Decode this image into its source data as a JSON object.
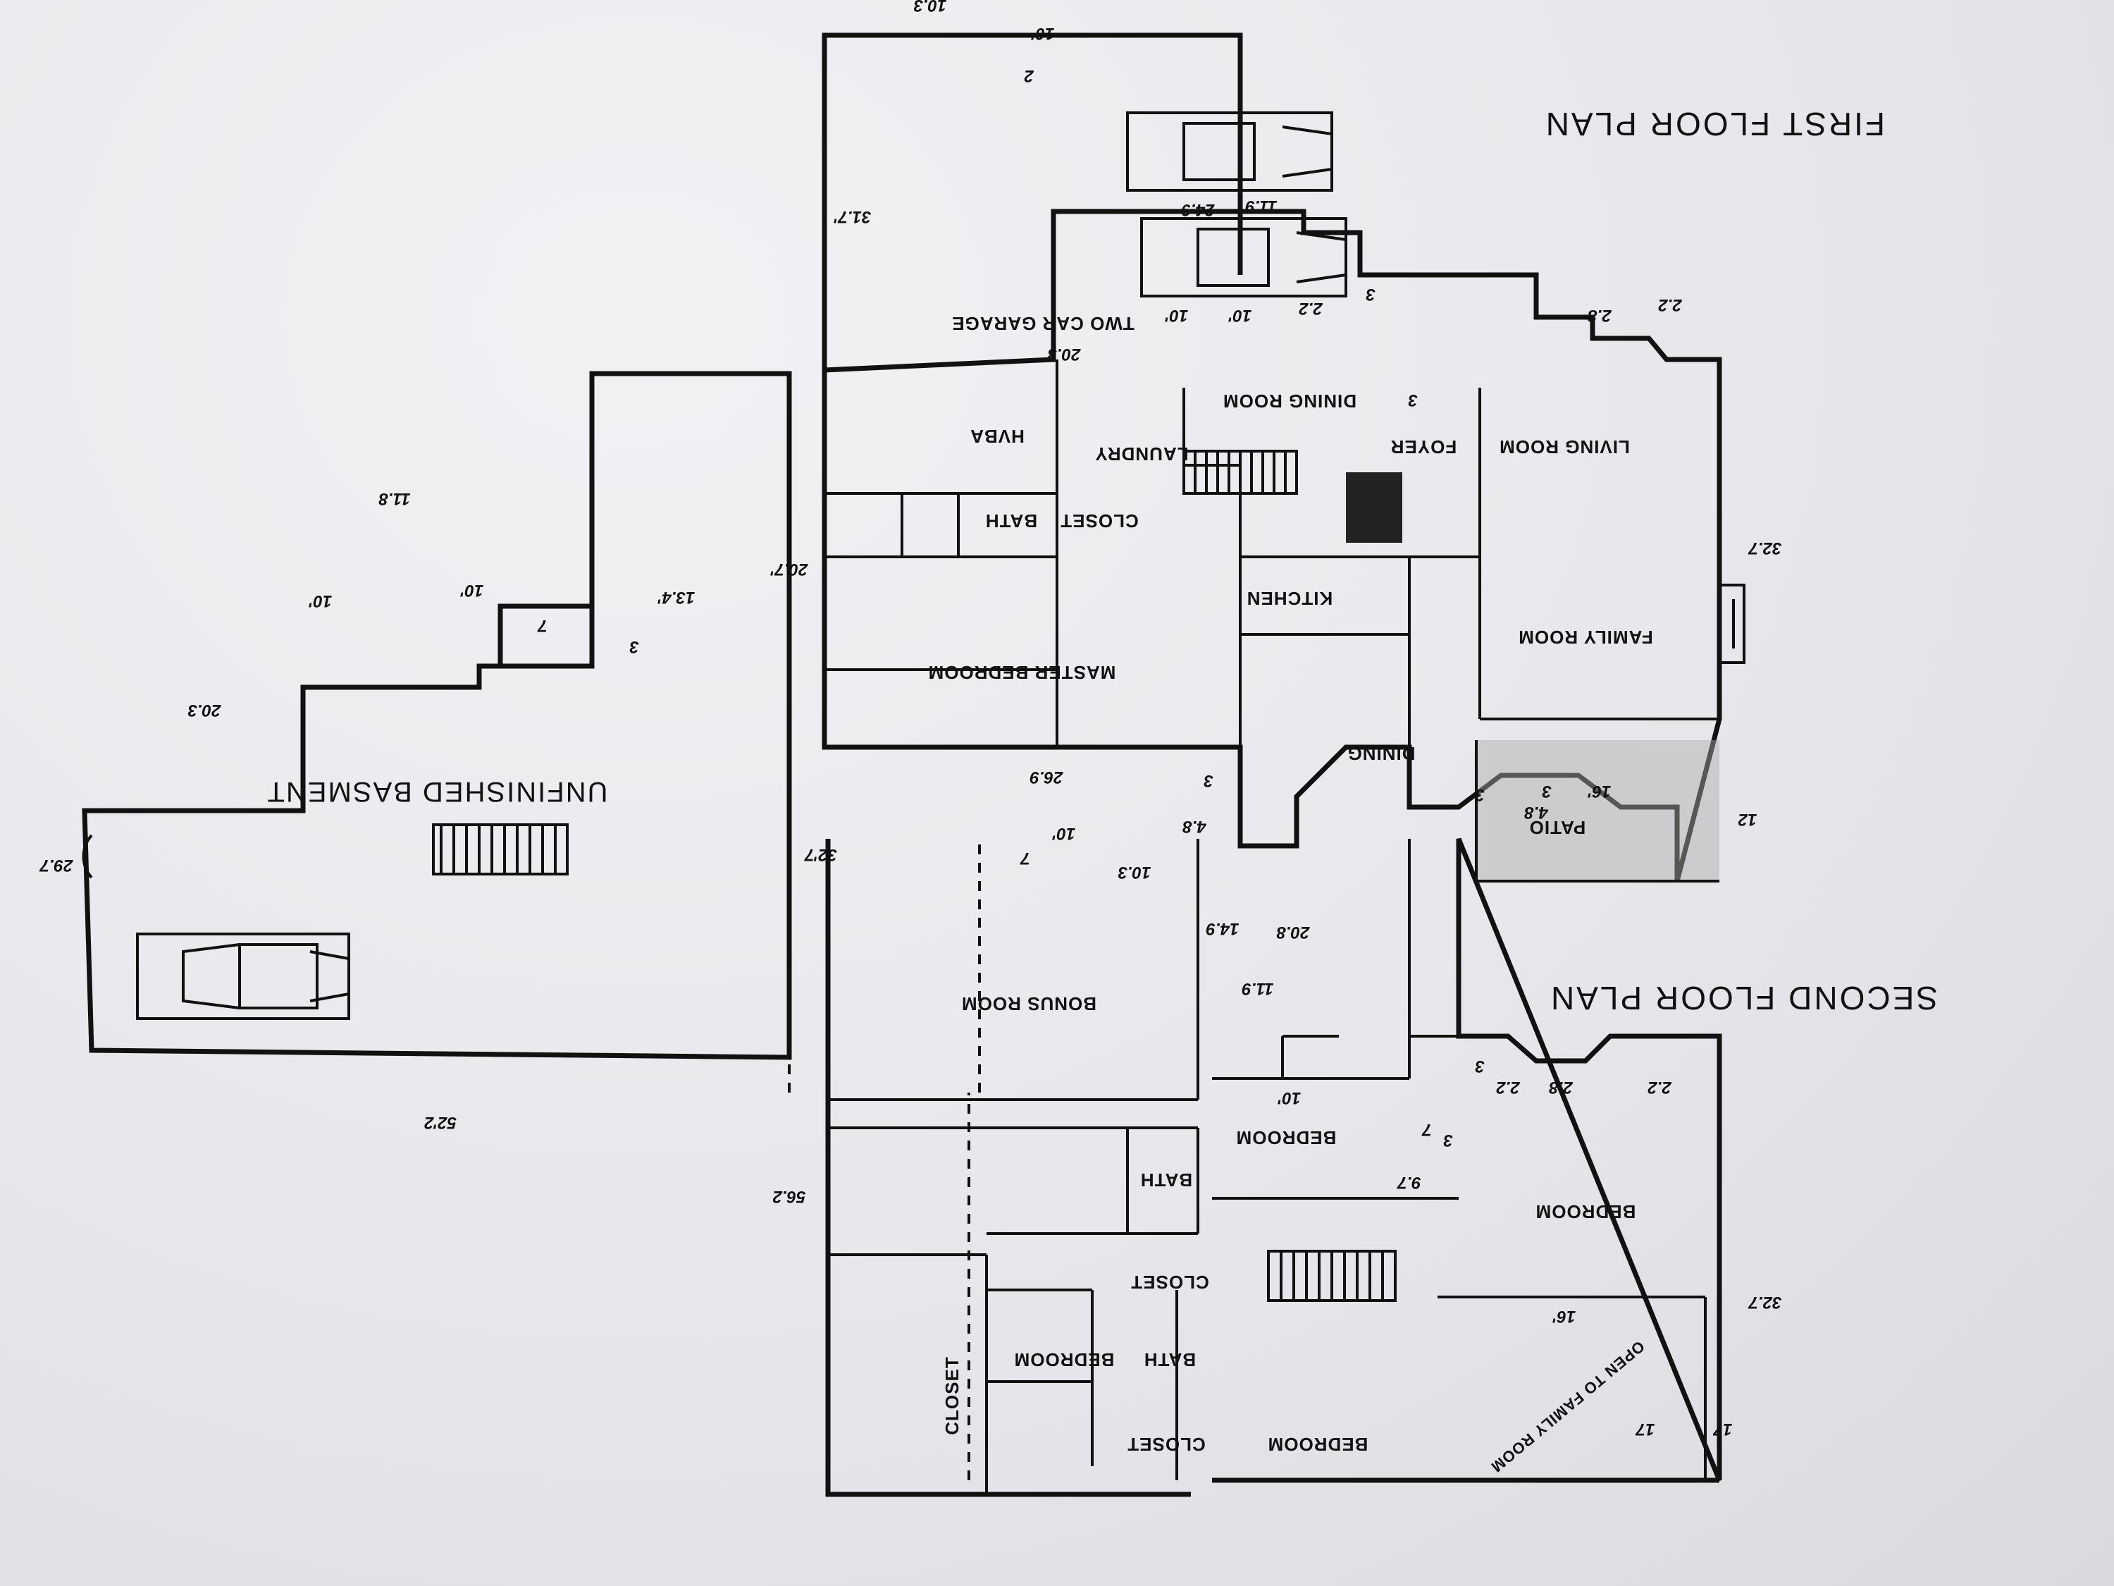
{
  "colors": {
    "paper": "#ecebef",
    "ink": "#111111",
    "hatch": "#9a9a9a"
  },
  "basement": {
    "label": "UNFINISHED BASMENT",
    "dims": {
      "width_top": "52'2",
      "left_depth": "32'7",
      "right_depth": "29.7",
      "step1": "3",
      "step2": "13.4'",
      "step3": "7",
      "step4": "10'",
      "step5": "11.8",
      "step6": "10'",
      "right_run": "20.3"
    }
  },
  "first_floor": {
    "title": "FIRST FLOOR PLAN",
    "rooms": {
      "garage": "TWO CAR GARAGE",
      "dining_room": "DINING ROOM",
      "living_room": "LIVING ROOM",
      "foyer": "FOYER",
      "kitchen": "KITCHEN",
      "family_room": "FAMILY ROOM",
      "dining": "DINING",
      "patio": "PATIO",
      "master_bedroom": "MASTER BEDROOM",
      "bath": "BATH",
      "closet": "CLOSET",
      "laundry": "LAUNDRY",
      "hvba": "HVBA"
    },
    "dims": {
      "a": "10'",
      "b": "10.3",
      "c": "2",
      "d": "11.9",
      "e": "24.9",
      "f": "31.7'",
      "g": "20.3",
      "h": "10'",
      "i": "10'",
      "j": "2.2",
      "k": "3",
      "l": "2.2",
      "m": "2.8",
      "n": "3",
      "o": "32.7",
      "p": "20.7'",
      "q": "12",
      "r": "4.8",
      "s": "3",
      "t": "16'",
      "u": "3",
      "v": "26.9",
      "w": "4.8",
      "x": "3"
    }
  },
  "second_floor": {
    "title": "SECOND FLOOR PLAN",
    "rooms": {
      "bonus_room": "BONUS ROOM",
      "bedroom_a": "BEDROOM",
      "bath_a": "BATH",
      "bedroom_b": "BEDROOM",
      "closet_a": "CLOSET",
      "bath_b": "BATH",
      "bedroom_c": "BEDROOM",
      "closet_b": "CLOSET",
      "bedroom_d": "BEDROOM",
      "closet_c": "CLOSET",
      "open_to_family": "OPEN TO FAMILY ROOM"
    },
    "dims": {
      "a": "10'",
      "b": "7",
      "c": "10.3",
      "d": "14.9",
      "e": "11.9",
      "f": "20.8",
      "g": "10'",
      "h": "7",
      "i": "3",
      "j": "2.2",
      "k": "3",
      "l": "2.8",
      "m": "2.2",
      "n": "9.7",
      "o": "56.2",
      "p": "32.7",
      "q": "16'",
      "r": "17",
      "s": "17"
    }
  }
}
